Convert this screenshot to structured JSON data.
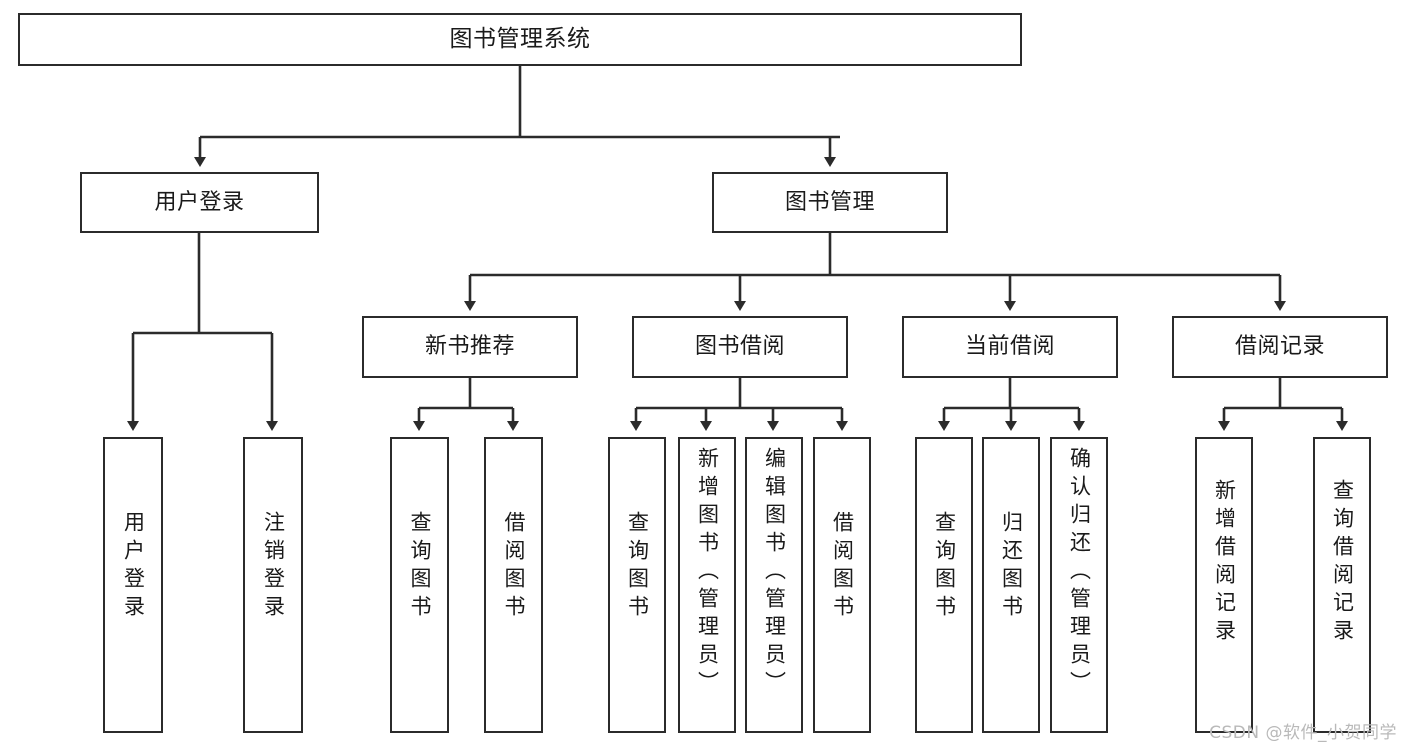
{
  "diagram": {
    "title": "图书管理系统",
    "watermark": "CSDN @软件_小贺同学",
    "nodes": {
      "root": {
        "label": "图书管理系统"
      },
      "level2": [
        {
          "id": "user-login",
          "label": "用户登录"
        },
        {
          "id": "book-manage",
          "label": "图书管理"
        }
      ],
      "level3": [
        {
          "id": "new-book-recommend",
          "label": "新书推荐"
        },
        {
          "id": "book-borrow",
          "label": "图书借阅"
        },
        {
          "id": "current-borrow",
          "label": "当前借阅"
        },
        {
          "id": "borrow-record",
          "label": "借阅记录"
        }
      ],
      "leaves": [
        {
          "id": "leaf-user-login",
          "label": "用户登录",
          "group": "user-login"
        },
        {
          "id": "leaf-logout-login",
          "label": "注销登录",
          "group": "user-login"
        },
        {
          "id": "leaf-query-book-1",
          "label": "查询图书",
          "group": "new-book-recommend"
        },
        {
          "id": "leaf-borrow-book-1",
          "label": "借阅图书",
          "group": "new-book-recommend"
        },
        {
          "id": "leaf-query-book-2",
          "label": "查询图书",
          "group": "book-borrow"
        },
        {
          "id": "leaf-add-book-admin",
          "label": "新增图书（管理员）",
          "group": "book-borrow"
        },
        {
          "id": "leaf-edit-book-admin",
          "label": "编辑图书（管理员）",
          "group": "book-borrow"
        },
        {
          "id": "leaf-borrow-book-2",
          "label": "借阅图书",
          "group": "book-borrow"
        },
        {
          "id": "leaf-query-book-3",
          "label": "查询图书",
          "group": "current-borrow"
        },
        {
          "id": "leaf-return-book",
          "label": "归还图书",
          "group": "current-borrow"
        },
        {
          "id": "leaf-confirm-return-admin",
          "label": "确认归还（管理员）",
          "group": "current-borrow"
        },
        {
          "id": "leaf-add-borrow-record",
          "label": "新增借阅记录",
          "group": "borrow-record"
        },
        {
          "id": "leaf-query-borrow-record",
          "label": "查询借阅记录",
          "group": "borrow-record"
        }
      ]
    },
    "colors": {
      "stroke": "#2b2b2b",
      "fill": "#ffffff",
      "text": "#1a1a1a",
      "watermark": "#b9b9b9"
    }
  }
}
